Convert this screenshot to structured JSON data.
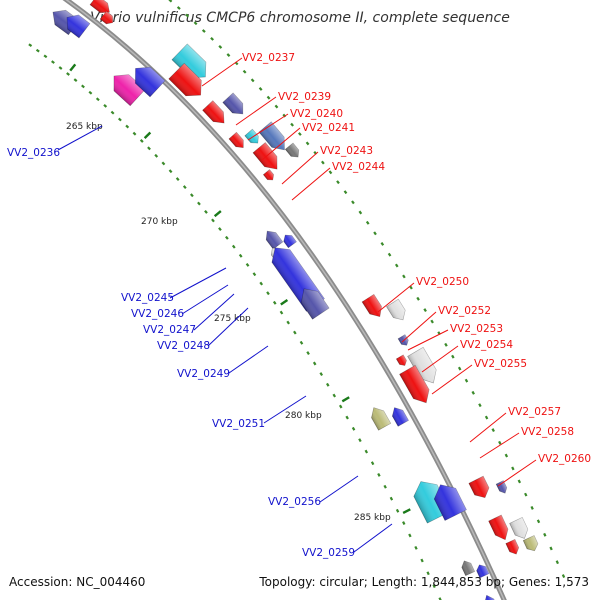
{
  "title": "Vibrio vulnificus CMCP6 chromosome II, complete sequence",
  "accession_text": "Accession: NC_004460",
  "summary_text": "Topology: circular; Length: 1,844,853 bp; Genes: 1,573",
  "colors": {
    "backbone": "#8c8c8c",
    "tick_dot": "#3a8a2a",
    "label_forward": "#ee1111",
    "label_reverse": "#1111cc",
    "leader_forward": "#ee1111",
    "leader_reverse": "#1111cc"
  },
  "scale_labels": [
    "265 kbp",
    "270 kbp",
    "275 kbp",
    "280 kbp",
    "285 kbp"
  ],
  "gene_labels": [
    {
      "text": "VV2_0237",
      "strand": "forward"
    },
    {
      "text": "VV2_0239",
      "strand": "forward"
    },
    {
      "text": "VV2_0240",
      "strand": "forward"
    },
    {
      "text": "VV2_0241",
      "strand": "forward"
    },
    {
      "text": "VV2_0243",
      "strand": "forward"
    },
    {
      "text": "VV2_0244",
      "strand": "forward"
    },
    {
      "text": "VV2_0250",
      "strand": "forward"
    },
    {
      "text": "VV2_0252",
      "strand": "forward"
    },
    {
      "text": "VV2_0253",
      "strand": "forward"
    },
    {
      "text": "VV2_0254",
      "strand": "forward"
    },
    {
      "text": "VV2_0255",
      "strand": "forward"
    },
    {
      "text": "VV2_0257",
      "strand": "forward"
    },
    {
      "text": "VV2_0258",
      "strand": "forward"
    },
    {
      "text": "VV2_0260",
      "strand": "forward"
    },
    {
      "text": "VV2_0236",
      "strand": "reverse"
    },
    {
      "text": "VV2_0245",
      "strand": "reverse"
    },
    {
      "text": "VV2_0246",
      "strand": "reverse"
    },
    {
      "text": "VV2_0247",
      "strand": "reverse"
    },
    {
      "text": "VV2_0248",
      "strand": "reverse"
    },
    {
      "text": "VV2_0249",
      "strand": "reverse"
    },
    {
      "text": "VV2_0251",
      "strand": "reverse"
    },
    {
      "text": "VV2_0256",
      "strand": "reverse"
    },
    {
      "text": "VV2_0259",
      "strand": "reverse"
    }
  ],
  "gene_colors": [
    "#3333dd",
    "#5555aa",
    "#e0e0e0",
    "#33ccdd",
    "#ee1111",
    "#ee22aa",
    "#5577bb",
    "#777777",
    "#bbbb77",
    "#ffffff"
  ]
}
